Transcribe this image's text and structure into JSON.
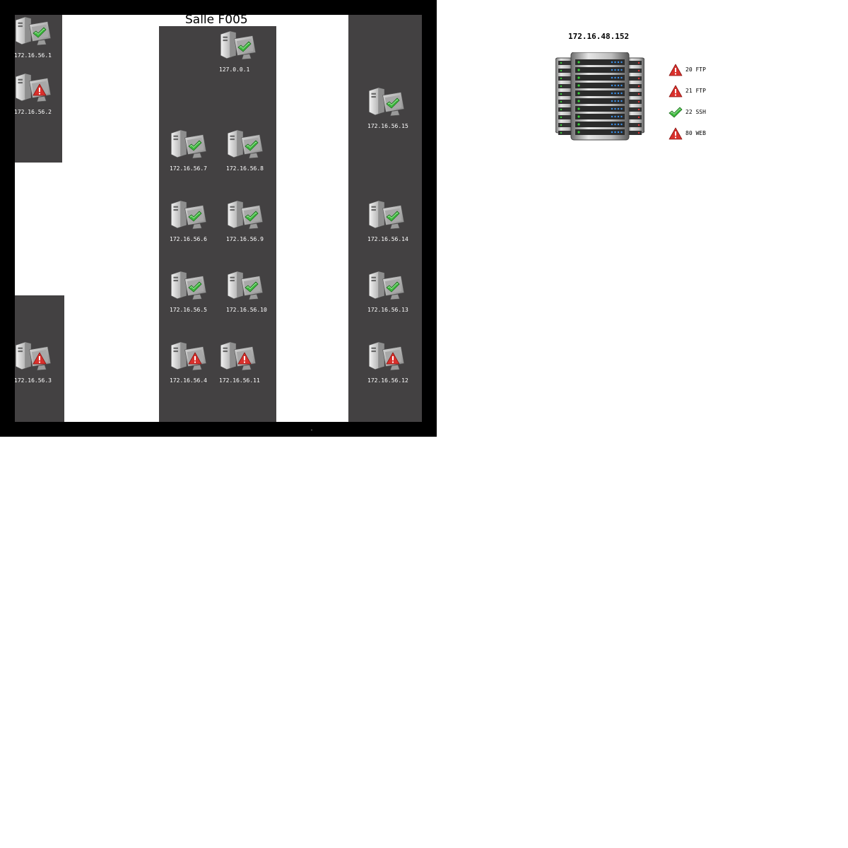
{
  "room": {
    "title": "Salle F005",
    "colors": {
      "wall": "#000000",
      "zone": "#434142",
      "floor": "#ffffff"
    }
  },
  "workstations": [
    {
      "ip": "172.16.56.1",
      "status": "ok",
      "icon": "computer-ok-icon"
    },
    {
      "ip": "172.16.56.2",
      "status": "alert",
      "icon": "computer-alert-icon"
    },
    {
      "ip": "127.0.0.1",
      "status": "ok",
      "icon": "computer-ok-icon"
    },
    {
      "ip": "172.16.56.15",
      "status": "ok",
      "icon": "computer-ok-icon"
    },
    {
      "ip": "172.16.56.7",
      "status": "ok",
      "icon": "computer-ok-icon"
    },
    {
      "ip": "172.16.56.8",
      "status": "ok",
      "icon": "computer-ok-icon"
    },
    {
      "ip": "172.16.56.6",
      "status": "ok",
      "icon": "computer-ok-icon"
    },
    {
      "ip": "172.16.56.9",
      "status": "ok",
      "icon": "computer-ok-icon"
    },
    {
      "ip": "172.16.56.14",
      "status": "ok",
      "icon": "computer-ok-icon"
    },
    {
      "ip": "172.16.56.5",
      "status": "ok",
      "icon": "computer-ok-icon"
    },
    {
      "ip": "172.16.56.10",
      "status": "ok",
      "icon": "computer-ok-icon"
    },
    {
      "ip": "172.16.56.13",
      "status": "ok",
      "icon": "computer-ok-icon"
    },
    {
      "ip": "172.16.56.3",
      "status": "alert",
      "icon": "computer-alert-icon"
    },
    {
      "ip": "172.16.56.4",
      "status": "alert",
      "icon": "computer-alert-icon"
    },
    {
      "ip": "172.16.56.11",
      "status": "alert",
      "icon": "computer-alert-icon"
    },
    {
      "ip": "172.16.56.12",
      "status": "alert",
      "icon": "computer-alert-icon"
    }
  ],
  "server": {
    "ip": "172.16.48.152",
    "icon": "server-rack-icon",
    "ports": [
      {
        "label": "20 FTP",
        "status": "alert",
        "icon": "warning-icon"
      },
      {
        "label": "21 FTP",
        "status": "alert",
        "icon": "warning-icon"
      },
      {
        "label": "22 SSH",
        "status": "ok",
        "icon": "check-icon"
      },
      {
        "label": "80 WEB",
        "status": "alert",
        "icon": "warning-icon"
      }
    ]
  },
  "status_colors": {
    "ok": "#3db83d",
    "alert": "#d9302c"
  }
}
